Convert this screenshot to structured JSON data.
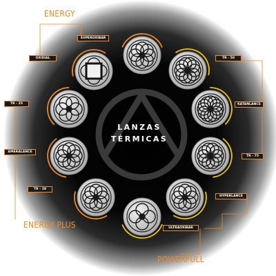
{
  "title": {
    "line1": "LANZAS",
    "line2": "TÉRMICAS"
  },
  "groups": [
    {
      "id": "energy",
      "label": "ENERGY",
      "color": "#f0891f"
    },
    {
      "id": "energy-plus",
      "label": "ENERGY PLUS",
      "color": "#f0891f"
    },
    {
      "id": "powerfull",
      "label": "POWERFULL",
      "color": "#f0891f"
    }
  ],
  "products": [
    {
      "id": "oxidial",
      "label": "OXIDIAL",
      "group": "energy",
      "ring": "#f0891f"
    },
    {
      "id": "superoxibar",
      "label": "SUPEROXIBAR",
      "group": "energy",
      "ring": "#f0891f"
    },
    {
      "id": "tr-50",
      "label": "TR - 50",
      "group": "powerfull",
      "ring": "#f2c500"
    },
    {
      "id": "katanlance",
      "label": "KATANLANCE",
      "group": "powerfull",
      "ring": "#f2c500"
    },
    {
      "id": "tr-75",
      "label": "TR - 75",
      "group": "powerfull",
      "ring": "#f2c500"
    },
    {
      "id": "hyperlance",
      "label": "HYPERLANCE",
      "group": "powerfull",
      "ring": "#f2c500"
    },
    {
      "id": "ultraoxibar",
      "label": "ULTRAOXIBAR",
      "group": "powerfull",
      "ring": "#f2c500"
    },
    {
      "id": "tr-25",
      "label": "TR - 25",
      "group": "energy-plus",
      "ring": "#f0891f"
    },
    {
      "id": "ameralance",
      "label": "AMERALANCE",
      "group": "energy-plus",
      "ring": "#f0891f"
    },
    {
      "id": "tr-38",
      "label": "TR - 38",
      "group": "energy-plus",
      "ring": "#f0891f"
    }
  ],
  "colors": {
    "accent_orange": "#f0891f",
    "accent_yellow": "#f2c500",
    "disc_dark": "#0b0b0b",
    "medallion": "#d8d8d8"
  }
}
